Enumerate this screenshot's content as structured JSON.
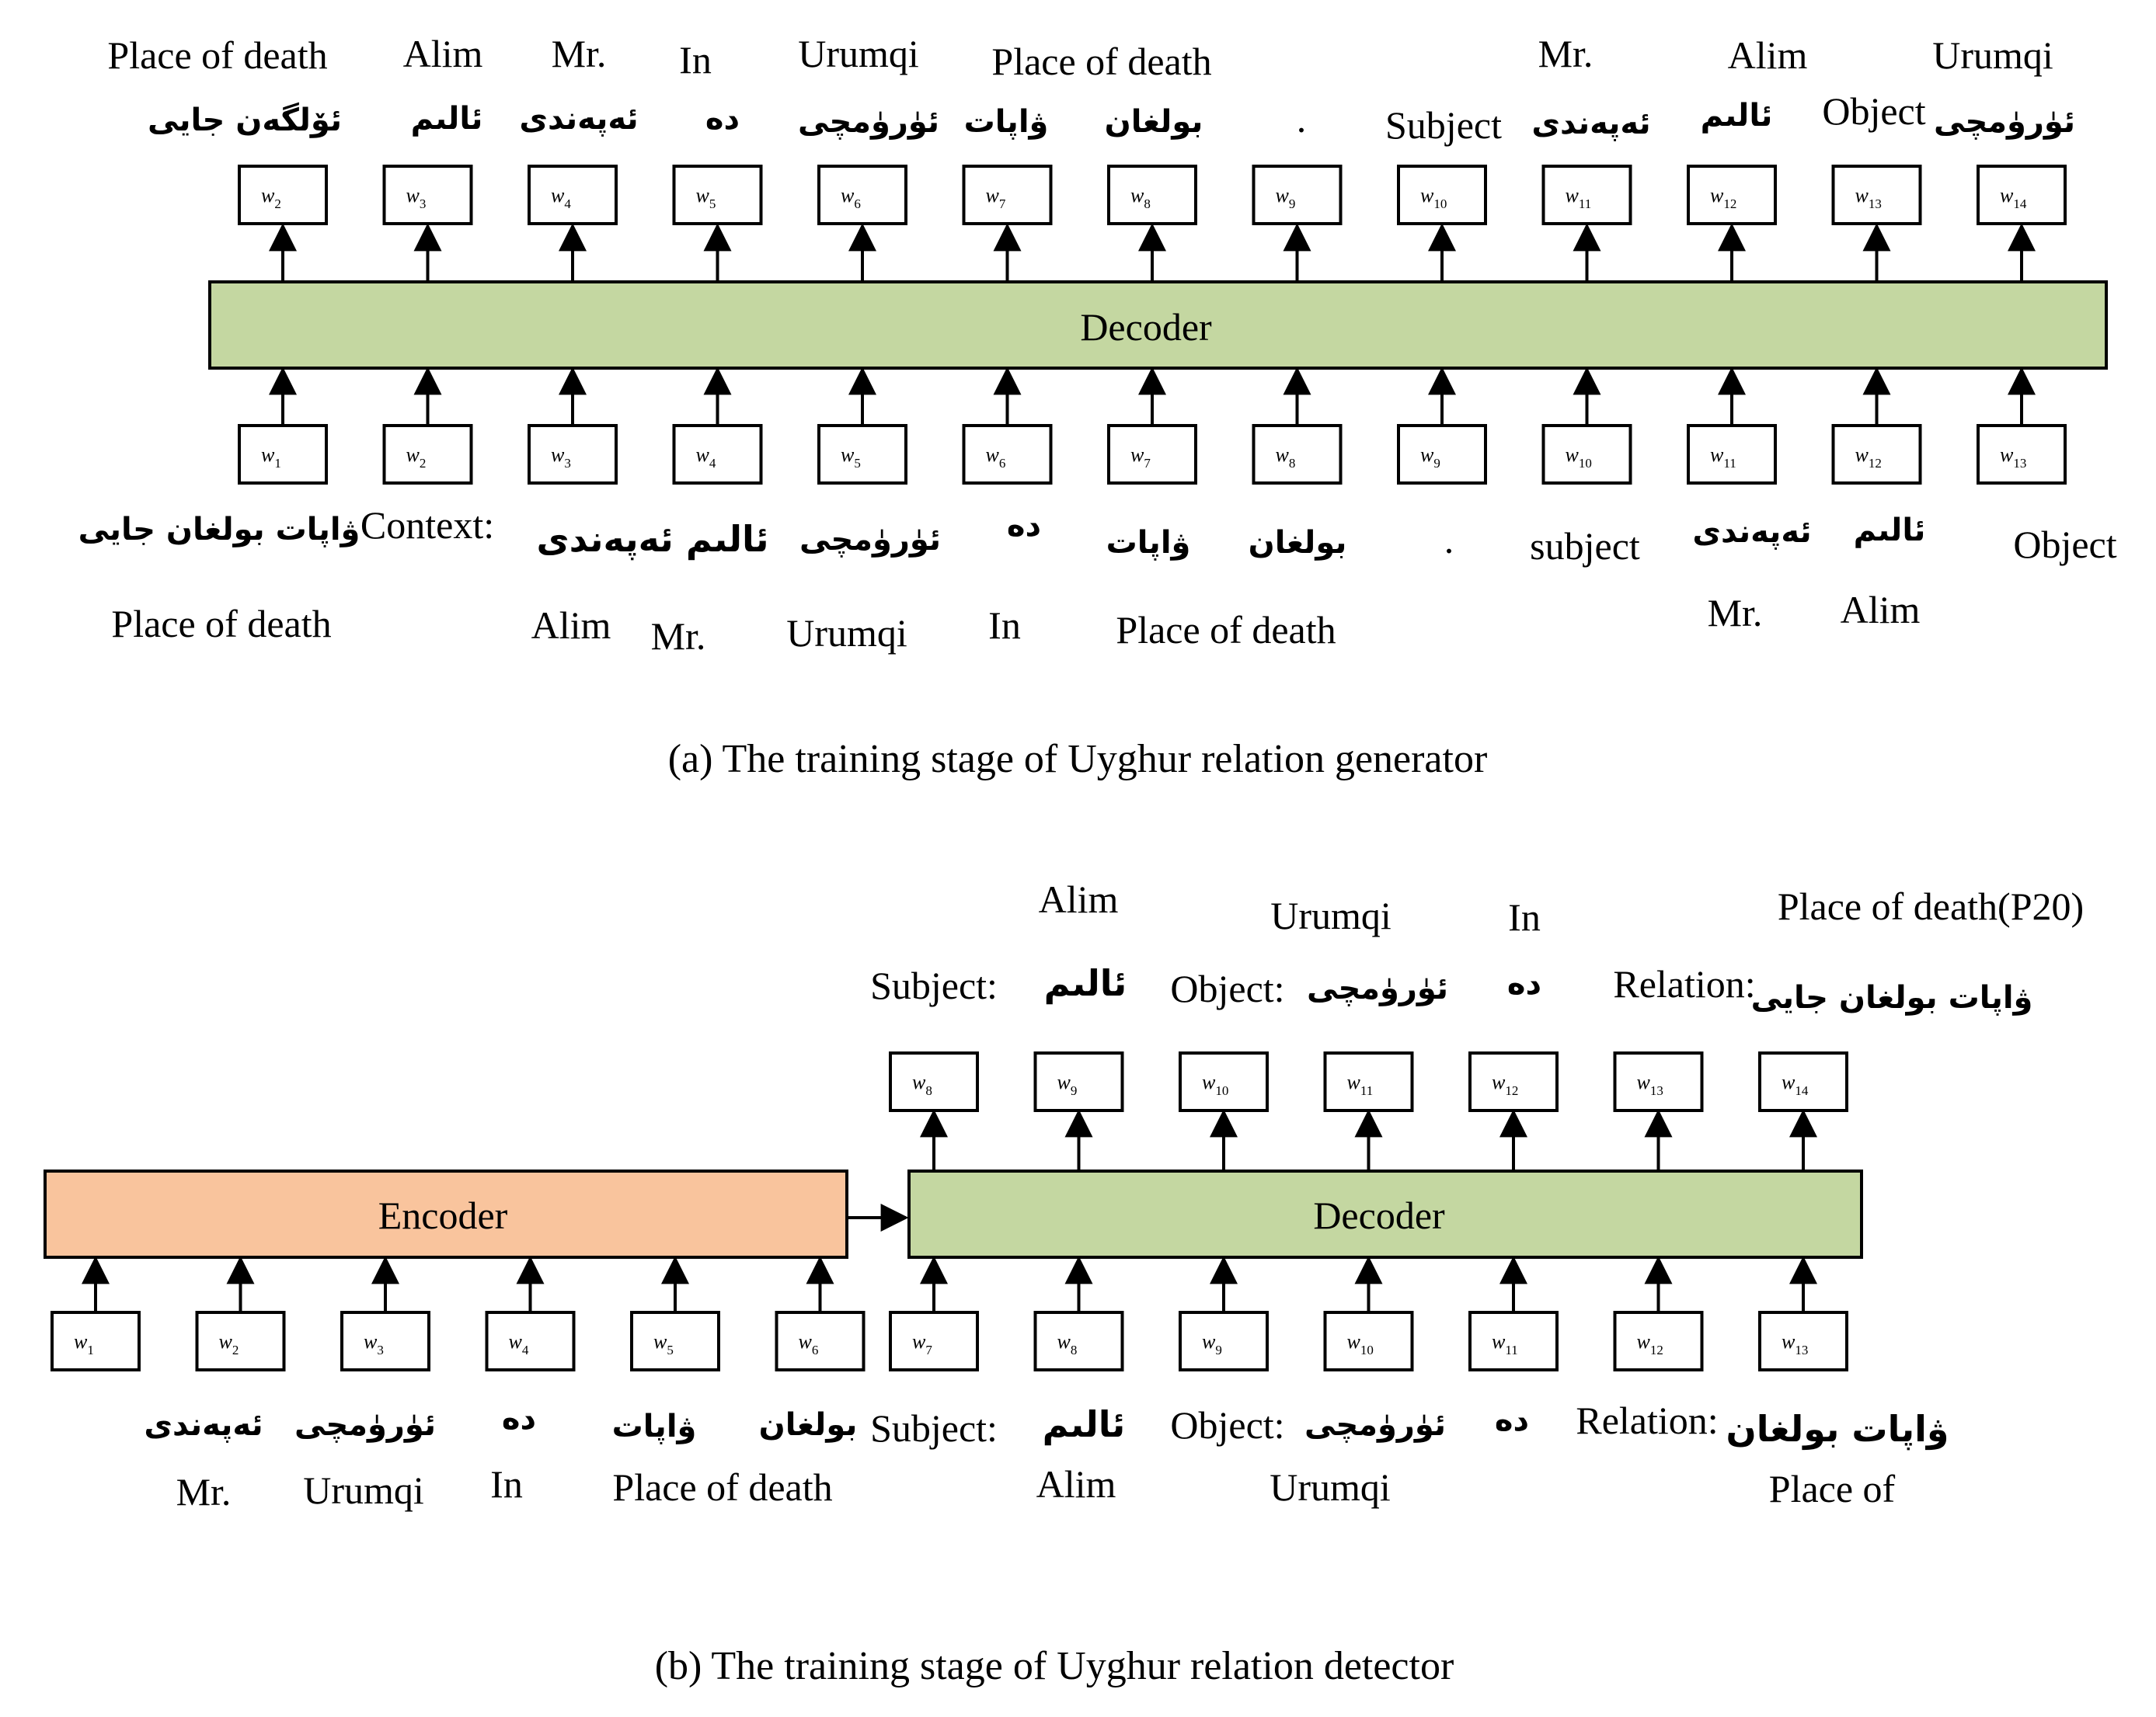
{
  "colors": {
    "decoder_fill": "#c4d7a1",
    "encoder_fill": "#f9c49d",
    "stroke": "#000000"
  },
  "panel_a": {
    "caption": "(a) The training stage of Uyghur relation generator",
    "decoder_label": "Decoder",
    "output_tokens": [
      {
        "base": "w",
        "sub": "2"
      },
      {
        "base": "w",
        "sub": "3"
      },
      {
        "base": "w",
        "sub": "4"
      },
      {
        "base": "w",
        "sub": "5"
      },
      {
        "base": "w",
        "sub": "6"
      },
      {
        "base": "w",
        "sub": "7"
      },
      {
        "base": "w",
        "sub": "8"
      },
      {
        "base": "w",
        "sub": "9"
      },
      {
        "base": "w",
        "sub": "10"
      },
      {
        "base": "w",
        "sub": "11"
      },
      {
        "base": "w",
        "sub": "12"
      },
      {
        "base": "w",
        "sub": "13"
      },
      {
        "base": "w",
        "sub": "14"
      }
    ],
    "input_tokens": [
      {
        "base": "w",
        "sub": "1"
      },
      {
        "base": "w",
        "sub": "2"
      },
      {
        "base": "w",
        "sub": "3"
      },
      {
        "base": "w",
        "sub": "4"
      },
      {
        "base": "w",
        "sub": "5"
      },
      {
        "base": "w",
        "sub": "6"
      },
      {
        "base": "w",
        "sub": "7"
      },
      {
        "base": "w",
        "sub": "8"
      },
      {
        "base": "w",
        "sub": "9"
      },
      {
        "base": "w",
        "sub": "10"
      },
      {
        "base": "w",
        "sub": "11"
      },
      {
        "base": "w",
        "sub": "12"
      },
      {
        "base": "w",
        "sub": "13"
      }
    ],
    "top_english": [
      "Place of death",
      "Alim",
      "Mr.",
      "In",
      "Urumqi",
      "Place of death",
      "Mr.",
      "Alim",
      "Urumqi"
    ],
    "top_words": [
      "ئۆلگەن جايى",
      "ئالىم",
      "ئەپەندى",
      "دە",
      "ئۈرۈمچى",
      "ۋاپات",
      "بولغان",
      ".",
      "Subject",
      "ئەپەندى",
      "ئالىم",
      "Object",
      "ئۈرۈمچى"
    ],
    "bottom_words": [
      "ۋاپات بولغان جايى",
      "Context:",
      "ئالىم ئەپەندى",
      "ئۈرۈمچى",
      "دە",
      "ۋاپات",
      "بولغان",
      ".",
      "subject",
      "ئەپەندى",
      "ئالىم",
      "Object"
    ],
    "bottom_english": [
      "Place of death",
      "Alim",
      "Mr.",
      "Urumqi",
      "In",
      "Place of death",
      "Mr.",
      "Alim"
    ]
  },
  "panel_b": {
    "caption": "(b) The training stage of Uyghur relation detector",
    "encoder_label": "Encoder",
    "decoder_label": "Decoder",
    "output_tokens": [
      {
        "base": "w",
        "sub": "8"
      },
      {
        "base": "w",
        "sub": "9"
      },
      {
        "base": "w",
        "sub": "10"
      },
      {
        "base": "w",
        "sub": "11"
      },
      {
        "base": "w",
        "sub": "12"
      },
      {
        "base": "w",
        "sub": "13"
      },
      {
        "base": "w",
        "sub": "14"
      }
    ],
    "encoder_tokens": [
      {
        "base": "w",
        "sub": "1"
      },
      {
        "base": "w",
        "sub": "2"
      },
      {
        "base": "w",
        "sub": "3"
      },
      {
        "base": "w",
        "sub": "4"
      },
      {
        "base": "w",
        "sub": "5"
      },
      {
        "base": "w",
        "sub": "6"
      }
    ],
    "decoder_input_tokens": [
      {
        "base": "w",
        "sub": "7"
      },
      {
        "base": "w",
        "sub": "8"
      },
      {
        "base": "w",
        "sub": "9"
      },
      {
        "base": "w",
        "sub": "10"
      },
      {
        "base": "w",
        "sub": "11"
      },
      {
        "base": "w",
        "sub": "12"
      },
      {
        "base": "w",
        "sub": "13"
      }
    ],
    "top_english": [
      "Alim",
      "Urumqi",
      "In",
      "Place of death(P20)"
    ],
    "top_words": [
      "Subject:",
      "ئالىم",
      "Object:",
      "ئۈرۈمچى",
      "دە",
      "Relation:",
      "ۋاپات بولغان جايى"
    ],
    "bottom_words": [
      "ئەپەندى",
      "ئۈرۈمچى",
      "دە",
      "ۋاپات",
      "بولغان",
      "Subject:",
      "ئالىم",
      "Object:",
      "ئۈرۈمچى",
      "دە",
      "Relation:",
      "ۋاپات بولغان"
    ],
    "bottom_english": [
      "Mr.",
      "Urumqi",
      "In",
      "Place of death",
      "Alim",
      "Urumqi",
      "Place of"
    ]
  }
}
